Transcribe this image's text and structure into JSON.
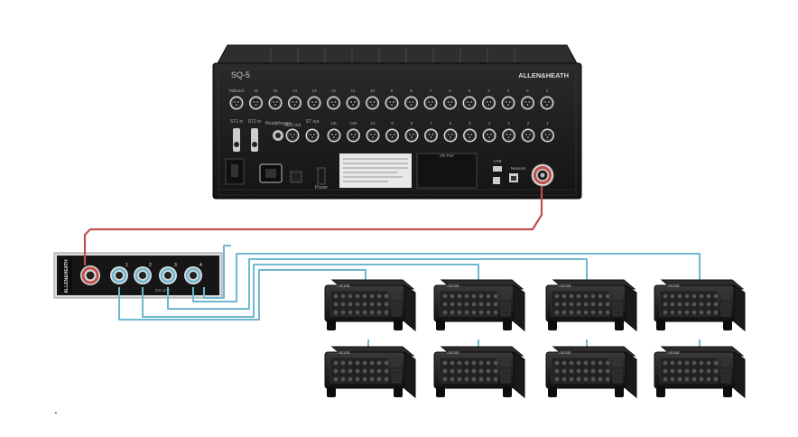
{
  "mixer": {
    "model": "SQ-5",
    "brand": "ALLEN&HEATH",
    "xlr_top_labels": [
      "Talkback",
      "16",
      "15",
      "14",
      "13",
      "12",
      "11",
      "10",
      "9",
      "8",
      "7",
      "6",
      "5",
      "4",
      "3",
      "2",
      "1"
    ],
    "xlr_bottom_labels": [
      "12L",
      "11R",
      "10",
      "9",
      "8",
      "7",
      "6",
      "5",
      "4",
      "3",
      "2",
      "1"
    ],
    "labels": {
      "io_port": "I/O Port",
      "network": "Network",
      "usb": "USB",
      "power": "Power",
      "st_left": "ST1 in",
      "st_right": "ST2 in",
      "headphones": "Headphones",
      "aes_out": "AES out",
      "st_out": "ST out"
    }
  },
  "hub": {
    "brand": "ALLEN&HEATH",
    "port_numbers": [
      "1",
      "2",
      "3",
      "4"
    ],
    "footer": "GX Link"
  },
  "stagebox_label": "AB168",
  "stagebox_count": 8,
  "colors": {
    "mixer_link_cable": "#c0504d",
    "stagebox_cables": "#6fb8cf",
    "chassis": "#1c1c1c"
  },
  "footnote": "."
}
